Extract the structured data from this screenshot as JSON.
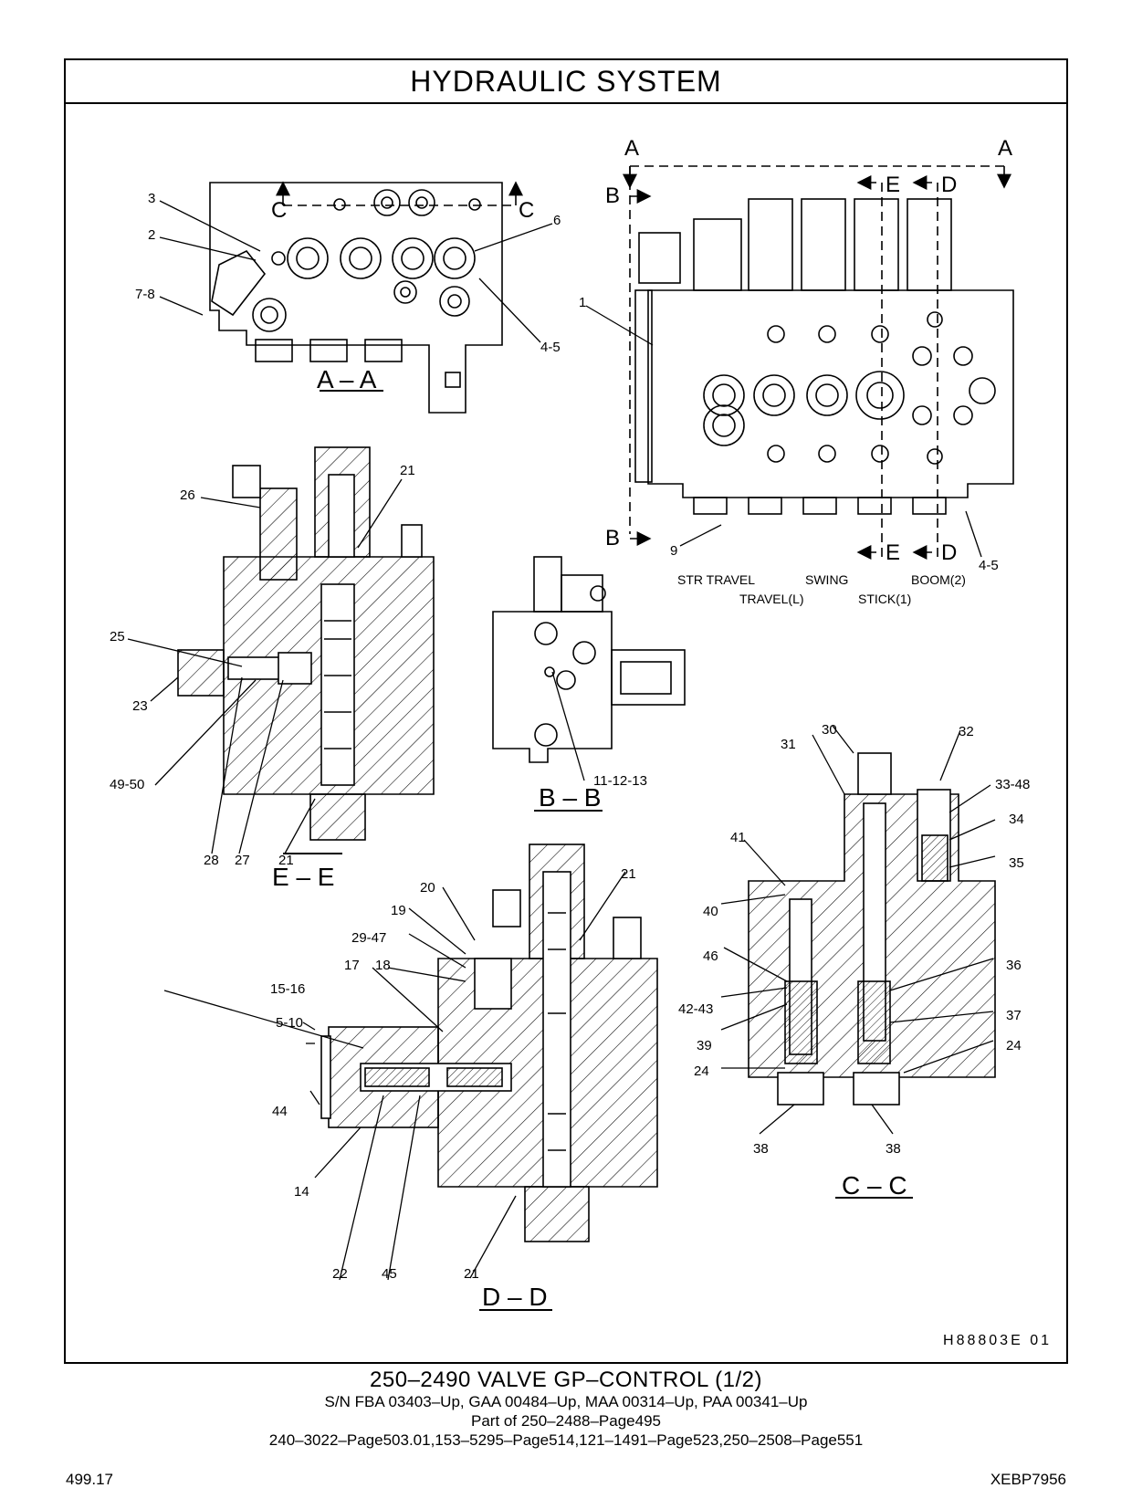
{
  "title": "HYDRAULIC   SYSTEM",
  "drawing_id": "H88803E    01",
  "views": {
    "aa": "A – A",
    "bb": "B – B",
    "cc": "C – C",
    "dd": "D – D",
    "ee": "E – E"
  },
  "section_markers": {
    "a": "A",
    "b": "B",
    "c": "C",
    "d": "D",
    "e": "E"
  },
  "valve_labels": {
    "str_travel": "STR TRAVEL",
    "swing": "SWING",
    "boom2": "BOOM(2)",
    "travel_l": "TRAVEL(L)",
    "stick1": "STICK(1)"
  },
  "callouts": {
    "c1": "1",
    "c2": "2",
    "c3": "3",
    "c4_5": "4-5",
    "c5_10": "5-10",
    "c6": "6",
    "c7_8": "7-8",
    "c9": "9",
    "c11_12_13": "11-12-13",
    "c14": "14",
    "c15_16": "15-16",
    "c17": "17",
    "c18": "18",
    "c19": "19",
    "c20": "20",
    "c21": "21",
    "c22": "22",
    "c23": "23",
    "c24": "24",
    "c25": "25",
    "c26": "26",
    "c27": "27",
    "c28": "28",
    "c29_47": "29-47",
    "c30": "30",
    "c31": "31",
    "c32": "32",
    "c33_48": "33-48",
    "c34": "34",
    "c35": "35",
    "c36": "36",
    "c37": "37",
    "c38": "38",
    "c39": "39",
    "c40": "40",
    "c41": "41",
    "c42_43": "42-43",
    "c44": "44",
    "c45": "45",
    "c46": "46",
    "c49_50": "49-50"
  },
  "footer": {
    "line1": "250–2490  VALVE  GP–CONTROL (1/2)",
    "line2": "S/N FBA 03403–Up, GAA 00484–Up, MAA 00314–Up, PAA 00341–Up",
    "line3": "Part of 250–2488–Page495",
    "line4": "240–3022–Page503.01,153–5295–Page514,121–1491–Page523,250–2508–Page551"
  },
  "page_number": "499.17",
  "doc_code": "XEBP7956"
}
